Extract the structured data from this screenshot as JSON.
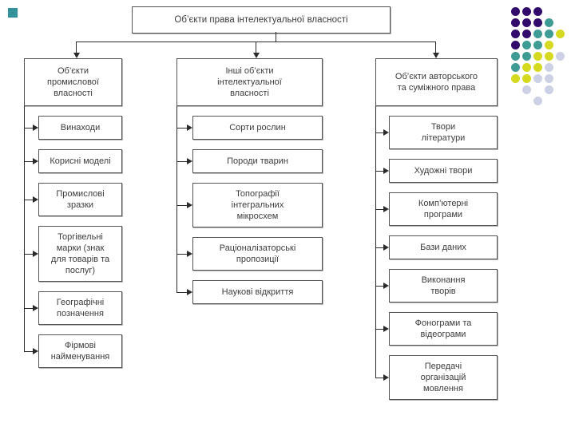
{
  "slide": {
    "background": "#ffffff"
  },
  "decoration": {
    "accent_square_color": "#33919b",
    "dots": {
      "palette": {
        "d": "#320a6b",
        "t": "#3f9c95",
        "y": "#d5da20",
        "l": "#ccd1e5"
      },
      "pattern": [
        "ddd",
        "dddt",
        "ddtty",
        "dtty",
        "ttyyl",
        "tyyl",
        "yyll",
        ".l.l",
        "..l"
      ]
    }
  },
  "connector_color": "#2b2b2b",
  "diagram": {
    "root": "Об’єкти права інтелектуальної власності",
    "columns": [
      {
        "header": "Об’єкти\nпромислової\nвласності",
        "items": [
          "Винаходи",
          "Корисні моделі",
          "Промислові\nзразки",
          "Торгівельні\nмарки (знак\nдля товарів та\nпослуг)",
          "Географічні\nпозначення",
          "Фірмові\nнайменування"
        ]
      },
      {
        "header": "Інші об’єкти\nінтелектуальної\nвласності",
        "items": [
          "Сорти рослин",
          "Породи тварин",
          "Топографії\nінтегральних\nмікросхем",
          "Раціоналізаторські\nпропозиції",
          "Наукові відкриття"
        ]
      },
      {
        "header": "Об’єкти авторського\nта суміжного права",
        "items": [
          "Твори\nлітератури",
          "Художні твори",
          "Комп’ютерні\nпрограми",
          "Бази даних",
          "Виконання\nтворів",
          "Фонограми та\nвідеограми",
          "Передачі\nорганізацій\nмовлення"
        ]
      }
    ]
  }
}
